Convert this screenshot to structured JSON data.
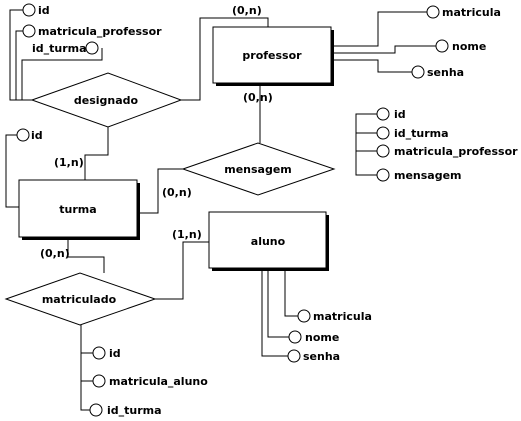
{
  "entities": {
    "professor": {
      "name": "professor",
      "attributes": [
        "matricula",
        "nome",
        "senha"
      ]
    },
    "turma": {
      "name": "turma",
      "attributes": [
        "id"
      ]
    },
    "aluno": {
      "name": "aluno",
      "attributes": [
        "matricula",
        "nome",
        "senha"
      ]
    }
  },
  "relationships": {
    "designado": {
      "name": "designado",
      "attributes": [
        "id",
        "matricula_professor",
        "id_turma"
      ]
    },
    "mensagem": {
      "name": "mensagem",
      "attributes": [
        "id",
        "id_turma",
        "matricula_professor",
        "mensagem"
      ]
    },
    "matriculado": {
      "name": "matriculado",
      "attributes": [
        "id",
        "matricula_aluno",
        "id_turma"
      ]
    }
  },
  "cardinalities": {
    "professor_designado": "(0,n)",
    "professor_mensagem": "(0,n)",
    "turma_designado": "(1,n)",
    "turma_mensagem": "(0,n)",
    "turma_matriculado": "(0,n)",
    "aluno_matriculado": "(1,n)"
  }
}
